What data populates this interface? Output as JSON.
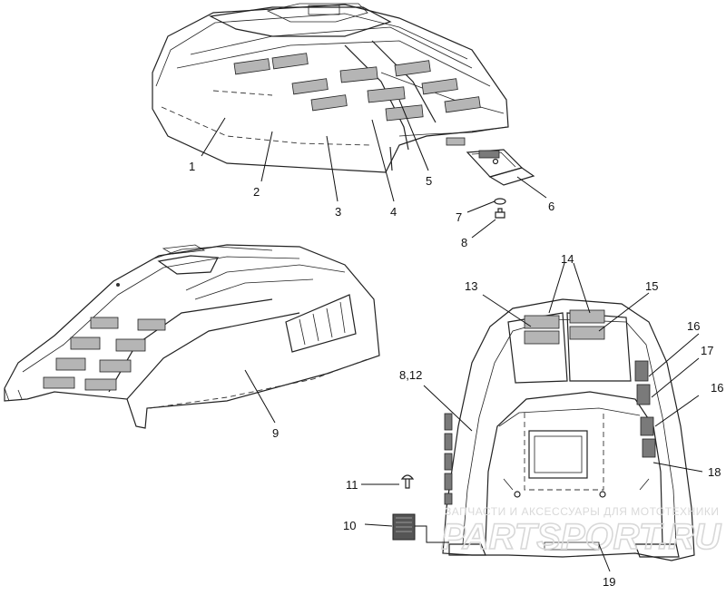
{
  "callouts": {
    "c1": "1",
    "c2": "2",
    "c3": "3",
    "c4": "4",
    "c5": "5",
    "c6": "6",
    "c7": "7",
    "c8": "8",
    "c9": "9",
    "c10": "10",
    "c11": "11",
    "c812": "8,12",
    "c13": "13",
    "c14": "14",
    "c15": "15",
    "c16a": "16",
    "c17": "17",
    "c16b": "16",
    "c18": "18",
    "c19": "19"
  },
  "watermark": {
    "tagline": "ЗАПЧАСТИ И АКСЕССУАРЫ ДЛЯ МОТОТЕХНИКИ",
    "site": "PARTSPORT.RU"
  }
}
